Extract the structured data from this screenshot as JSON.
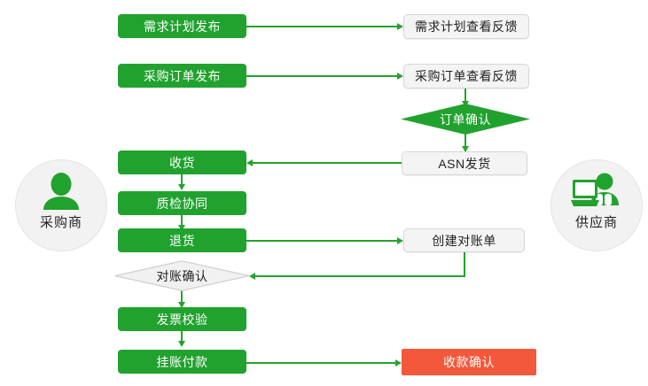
{
  "diagram": {
    "type": "flowchart",
    "title_text": "",
    "colors": {
      "green": "#21a22e",
      "green_line": "#25a22c",
      "red": "#f4583c",
      "grey_fill": "#f4f4f4",
      "grey_border": "#d6d6d6",
      "actor_circle": "#f2f2f2",
      "text_dark": "#222222",
      "text_light": "#ffffff"
    },
    "actors": [
      {
        "id": "buyer",
        "label": "采购商",
        "icon": "user-icon",
        "side": "left"
      },
      {
        "id": "supplier",
        "label": "供应商",
        "icon": "user-computer-icon",
        "side": "right"
      }
    ],
    "nodes": [
      {
        "id": "demand-plan-publish",
        "label": "需求计划发布",
        "shape": "rect",
        "style": "green"
      },
      {
        "id": "demand-plan-feedback",
        "label": "需求计划查看反馈",
        "shape": "rect",
        "style": "grey"
      },
      {
        "id": "po-publish",
        "label": "采购订单发布",
        "shape": "rect",
        "style": "green"
      },
      {
        "id": "po-feedback",
        "label": "采购订单查看反馈",
        "shape": "rect",
        "style": "grey"
      },
      {
        "id": "order-confirm",
        "label": "订单确认",
        "shape": "diamond",
        "style": "green"
      },
      {
        "id": "asn-shipment",
        "label": "ASN发货",
        "shape": "rect",
        "style": "grey"
      },
      {
        "id": "goods-receipt",
        "label": "收货",
        "shape": "rect",
        "style": "green"
      },
      {
        "id": "quality-collab",
        "label": "质检协同",
        "shape": "rect",
        "style": "green"
      },
      {
        "id": "return-goods",
        "label": "退货",
        "shape": "rect",
        "style": "green"
      },
      {
        "id": "create-statement",
        "label": "创建对账单",
        "shape": "rect",
        "style": "grey"
      },
      {
        "id": "statement-confirm",
        "label": "对账确认",
        "shape": "diamond",
        "style": "grey"
      },
      {
        "id": "invoice-verify",
        "label": "发票校验",
        "shape": "rect",
        "style": "green"
      },
      {
        "id": "payment-posting",
        "label": "挂账付款",
        "shape": "rect",
        "style": "green"
      },
      {
        "id": "receipt-confirm",
        "label": "收款确认",
        "shape": "rect",
        "style": "red"
      }
    ],
    "edges": [
      {
        "from": "demand-plan-publish",
        "to": "demand-plan-feedback",
        "direction": "right"
      },
      {
        "from": "po-publish",
        "to": "po-feedback",
        "direction": "right"
      },
      {
        "from": "po-feedback",
        "to": "order-confirm",
        "direction": "down"
      },
      {
        "from": "order-confirm",
        "to": "asn-shipment",
        "direction": "down"
      },
      {
        "from": "asn-shipment",
        "to": "goods-receipt",
        "direction": "left"
      },
      {
        "from": "goods-receipt",
        "to": "quality-collab",
        "direction": "down"
      },
      {
        "from": "quality-collab",
        "to": "return-goods",
        "direction": "down"
      },
      {
        "from": "return-goods",
        "to": "create-statement",
        "direction": "right"
      },
      {
        "from": "create-statement",
        "to": "statement-confirm",
        "direction": "left"
      },
      {
        "from": "statement-confirm",
        "to": "invoice-verify",
        "direction": "down"
      },
      {
        "from": "invoice-verify",
        "to": "payment-posting",
        "direction": "down"
      },
      {
        "from": "payment-posting",
        "to": "receipt-confirm",
        "direction": "right"
      }
    ]
  }
}
